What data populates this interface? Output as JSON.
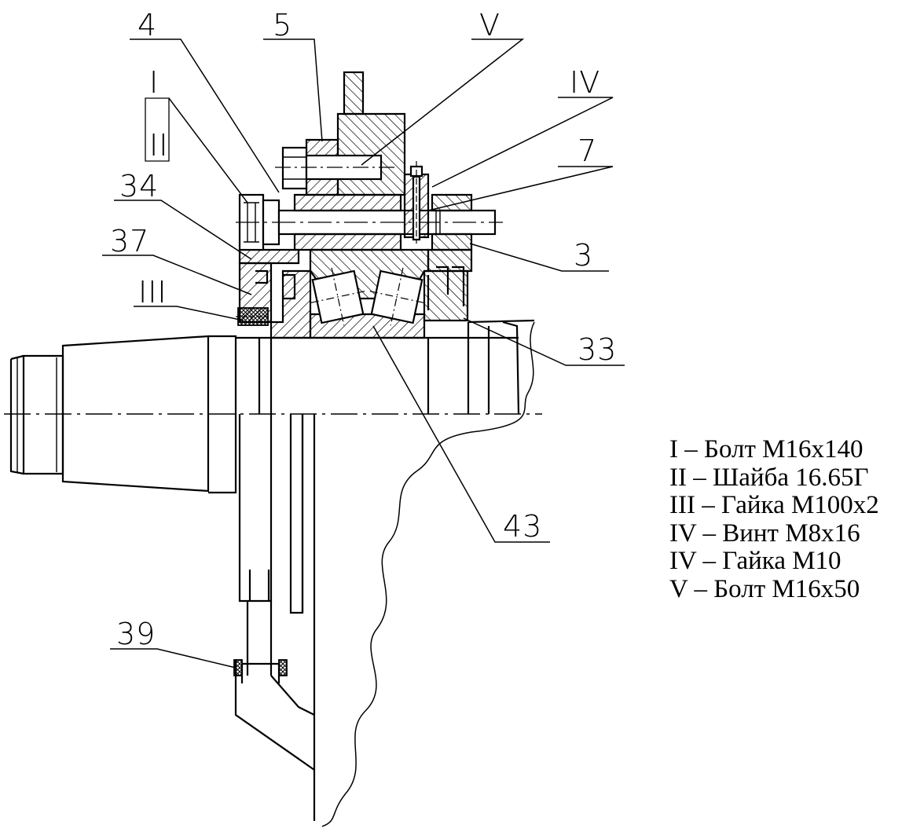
{
  "callouts": {
    "c4": "4",
    "c5": "5",
    "cV": "V",
    "cIV": "IV",
    "c7": "7",
    "cI": "I",
    "cII": "II",
    "c34": "34",
    "c37": "37",
    "cIII": "III",
    "c3": "3",
    "c33": "33",
    "c43": "43",
    "c39": "39"
  },
  "legend": [
    "I – Болт М16х140",
    "II – Шайба 16.65Г",
    "III – Гайка М100х2",
    "IV – Винт М8х16",
    "IV – Гайка М10",
    "V – Болт М16х50"
  ],
  "colors": {
    "line": "#000000",
    "background": "#ffffff"
  }
}
